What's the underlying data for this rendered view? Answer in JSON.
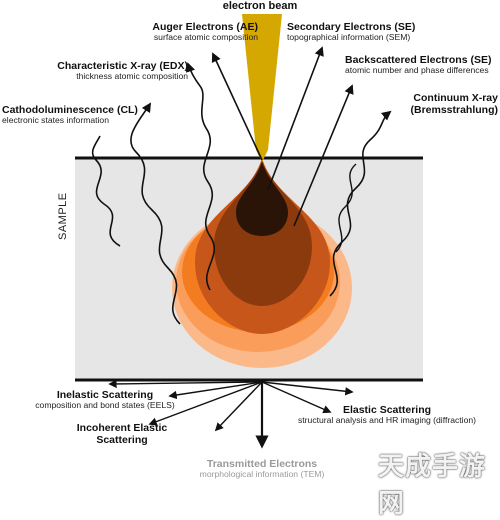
{
  "beam": {
    "title": "electron beam"
  },
  "sample_label": "SAMPLE",
  "signals": {
    "auger": {
      "title": "Auger Electrons (AE)",
      "subtitle": "surface atomic composition"
    },
    "secondary": {
      "title": "Secondary Electrons (SE)",
      "subtitle": "topographical information (SEM)"
    },
    "edx": {
      "title": "Characteristic X-ray (EDX)",
      "subtitle": "thickness atomic composition"
    },
    "backscattered": {
      "title": "Backscattered Electrons (SE)",
      "subtitle": "atomic number and phase differences"
    },
    "cl": {
      "title": "Cathodoluminescence (CL)",
      "subtitle": "electronic states information"
    },
    "continuum": {
      "title": "Continuum X-ray",
      "subtitle": "(Bremsstrahlung)"
    },
    "inelastic": {
      "title": "Inelastic Scattering",
      "subtitle": "composition and bond states (EELS)"
    },
    "incoherent": {
      "title": "Incoherent Elastic",
      "subtitle": "Scattering"
    },
    "elastic": {
      "title": "Elastic Scattering",
      "subtitle": "structural analysis and HR imaging (diffraction)"
    },
    "transmitted": {
      "title": "Transmitted Electrons",
      "subtitle": "morphological information (TEM)"
    }
  },
  "colors": {
    "beam": "#d4a800",
    "sample_fill": "#e6e6e6",
    "interaction_outer": "#fbb98a",
    "interaction_mid": "#f47c20",
    "interaction_inner": "#8b3a0e",
    "interaction_core": "#2a1408"
  },
  "watermark": "天成手游网"
}
